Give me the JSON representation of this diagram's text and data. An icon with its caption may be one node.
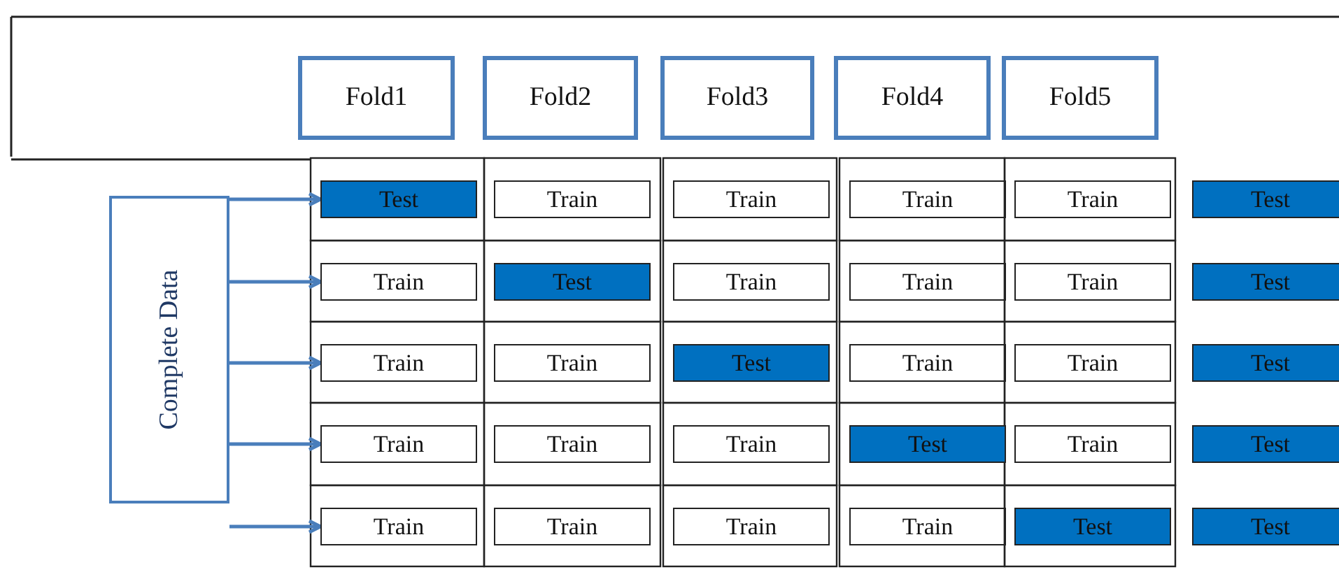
{
  "diagram": {
    "nodes": [
      {
        "text": [
          "Fold1"
        ]
      },
      {
        "text": [
          "Fold2"
        ]
      },
      {
        "text": [
          "Fold3"
        ]
      },
      {
        "text": [
          "Fold4"
        ]
      },
      {
        "text": [
          "Fold5"
        ]
      },
      {
        "text": [
          "Complete Data"
        ]
      },
      {
        "text": [
          "Test"
        ]
      },
      {
        "text": [
          "Train"
        ]
      },
      {
        "text": [
          "Train"
        ]
      },
      {
        "text": [
          "Train"
        ]
      },
      {
        "text": [
          "Train"
        ]
      },
      {
        "text": [
          "Test"
        ]
      },
      {
        "text": [
          "Train"
        ]
      },
      {
        "text": [
          "Test"
        ]
      },
      {
        "text": [
          "Train"
        ]
      },
      {
        "text": [
          "Train"
        ]
      },
      {
        "text": [
          "Train"
        ]
      },
      {
        "text": [
          "Test"
        ]
      },
      {
        "text": [
          "Train"
        ]
      },
      {
        "text": [
          "Train"
        ]
      },
      {
        "text": [
          "Test"
        ]
      },
      {
        "text": [
          "Train"
        ]
      },
      {
        "text": [
          "Train"
        ]
      },
      {
        "text": [
          "Test"
        ]
      },
      {
        "text": [
          "Train"
        ]
      },
      {
        "text": [
          "Train"
        ]
      },
      {
        "text": [
          "Train"
        ]
      },
      {
        "text": [
          "Test"
        ]
      },
      {
        "text": [
          "Train"
        ]
      },
      {
        "text": [
          "Test"
        ]
      },
      {
        "text": [
          "Train"
        ]
      },
      {
        "text": [
          "Train"
        ]
      },
      {
        "text": [
          "Train"
        ]
      },
      {
        "text": [
          "Train"
        ]
      },
      {
        "text": [
          "Test"
        ]
      },
      {
        "text": [
          "Test"
        ]
      }
    ],
    "edges": [
      {
        "from": 5,
        "to": 6,
        "arrow": "to"
      },
      {
        "from": 5,
        "to": 12,
        "arrow": "to"
      },
      {
        "from": 5,
        "to": 18,
        "arrow": "to"
      },
      {
        "from": 5,
        "to": 24,
        "arrow": "to"
      },
      {
        "from": 5,
        "to": 30,
        "arrow": "to"
      }
    ]
  }
}
